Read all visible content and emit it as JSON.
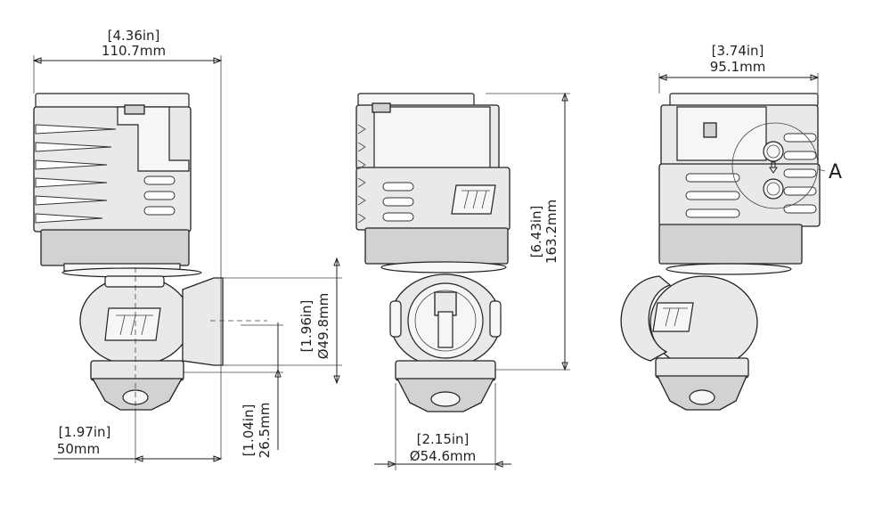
{
  "dimensions": {
    "width_left": {
      "in": "[4.36in]",
      "mm": "110.7mm"
    },
    "width_right": {
      "in": "[3.74in]",
      "mm": "95.1mm"
    },
    "height_total": {
      "in": "[6.43in]",
      "mm": "163.2mm"
    },
    "port_diameter": {
      "in": "[1.96in]",
      "mm": "Ø49.8mm"
    },
    "inlet_offset": {
      "in": "[1.97in]",
      "mm": "50mm"
    },
    "outlet_drop": {
      "in": "[1.04in]",
      "mm": "26.5mm"
    },
    "base_diameter": {
      "in": "[2.15in]",
      "mm": "Ø54.6mm"
    }
  },
  "callouts": {
    "detail": "A"
  },
  "colors": {
    "line": "#222222",
    "fill": "#e9e9e9",
    "shade": "#d2d2d2"
  },
  "icons": {
    "logo": "tial-logo-icon"
  }
}
